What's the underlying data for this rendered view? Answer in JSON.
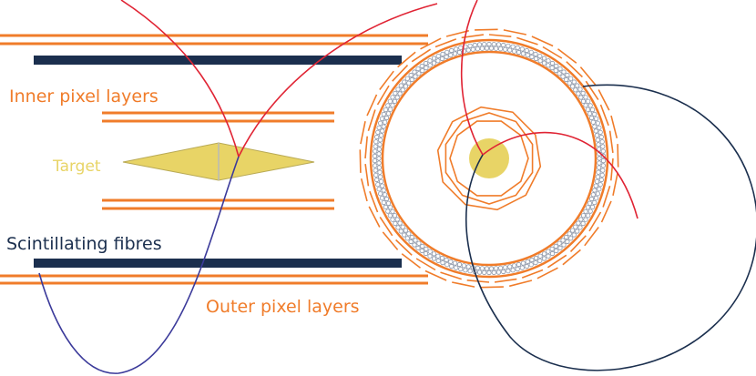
{
  "labels": {
    "inner": "Inner pixel layers",
    "target": "Target",
    "fibres": "Scintillating fibres",
    "outer": "Outer pixel layers"
  },
  "colors": {
    "orange": "#f07c2a",
    "navy": "#1b2f4e",
    "yellow": "#e8d466",
    "red": "#e02434",
    "blue": "#3b3a9a",
    "fibre": "#8a94a6"
  }
}
